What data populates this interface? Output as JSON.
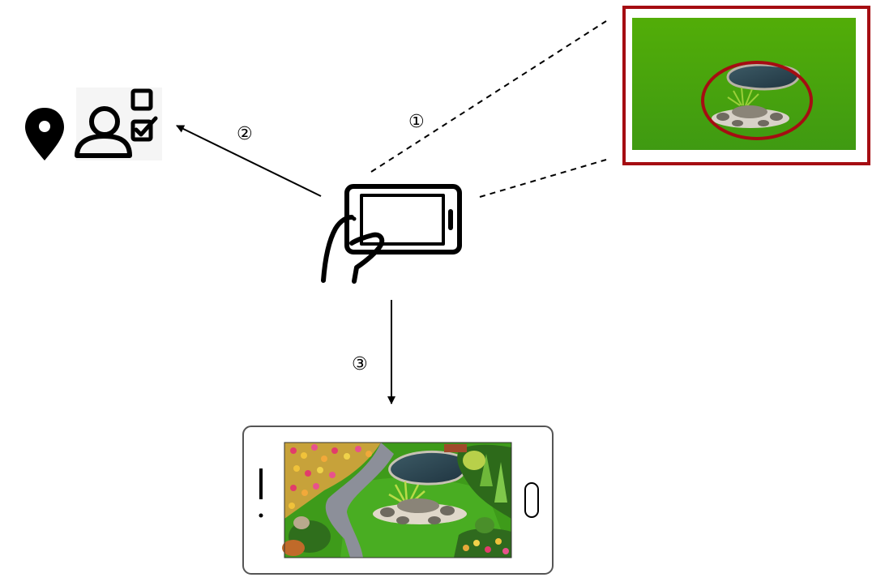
{
  "steps": [
    {
      "id": 1,
      "label": "①"
    },
    {
      "id": 2,
      "label": "②"
    },
    {
      "id": 3,
      "label": "③"
    }
  ],
  "icons": {
    "location": "location-pin-icon",
    "user_checklist": "user-checklist-icon",
    "tablet": "hand-holding-tablet-icon",
    "phone": "smartphone-landscape-icon"
  },
  "colors": {
    "highlight_frame": "#a50d12",
    "lawn": "#4da600",
    "lawn_dark": "#3f8f10",
    "pond": "#2f4a55",
    "stone": "#8a8478"
  }
}
